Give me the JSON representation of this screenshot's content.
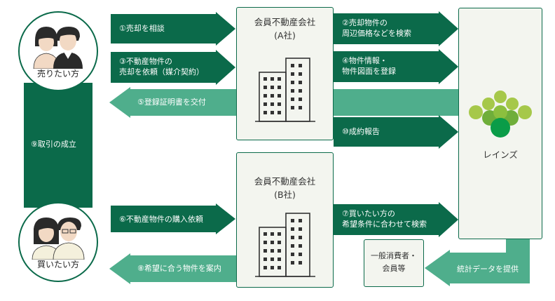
{
  "colors": {
    "dark": "#0b6a4a",
    "light": "#4fae8c",
    "box_bg": "#f3f5ef"
  },
  "seller": {
    "label": "売りたい方"
  },
  "buyer": {
    "label": "買いたい方"
  },
  "deal": {
    "label": "⑨取引の成立"
  },
  "company_a": {
    "line1": "会員不動産会社",
    "line2": "(A社)"
  },
  "company_b": {
    "line1": "会員不動産会社",
    "line2": "(B社)"
  },
  "reins": {
    "label": "レインズ"
  },
  "general": {
    "line1": "一般消費者・",
    "line2": "会員等"
  },
  "steps": {
    "s1": "①売却を相談",
    "s2a": "②売却物件の",
    "s2b": "周辺価格などを検索",
    "s3a": "③不動産物件の",
    "s3b": "売却を依頼（媒介契約）",
    "s4a": "④物件情報・",
    "s4b": "物件図面を登録",
    "s5": "⑤登録証明書を交付",
    "s6": "⑥不動産物件の購入依頼",
    "s7a": "⑦買いたい方の",
    "s7b": "希望条件に合わせて検索",
    "s8": "⑧希望に合う物件を案内",
    "s10": "⑩成約報告",
    "stats": "統計データを提供"
  }
}
